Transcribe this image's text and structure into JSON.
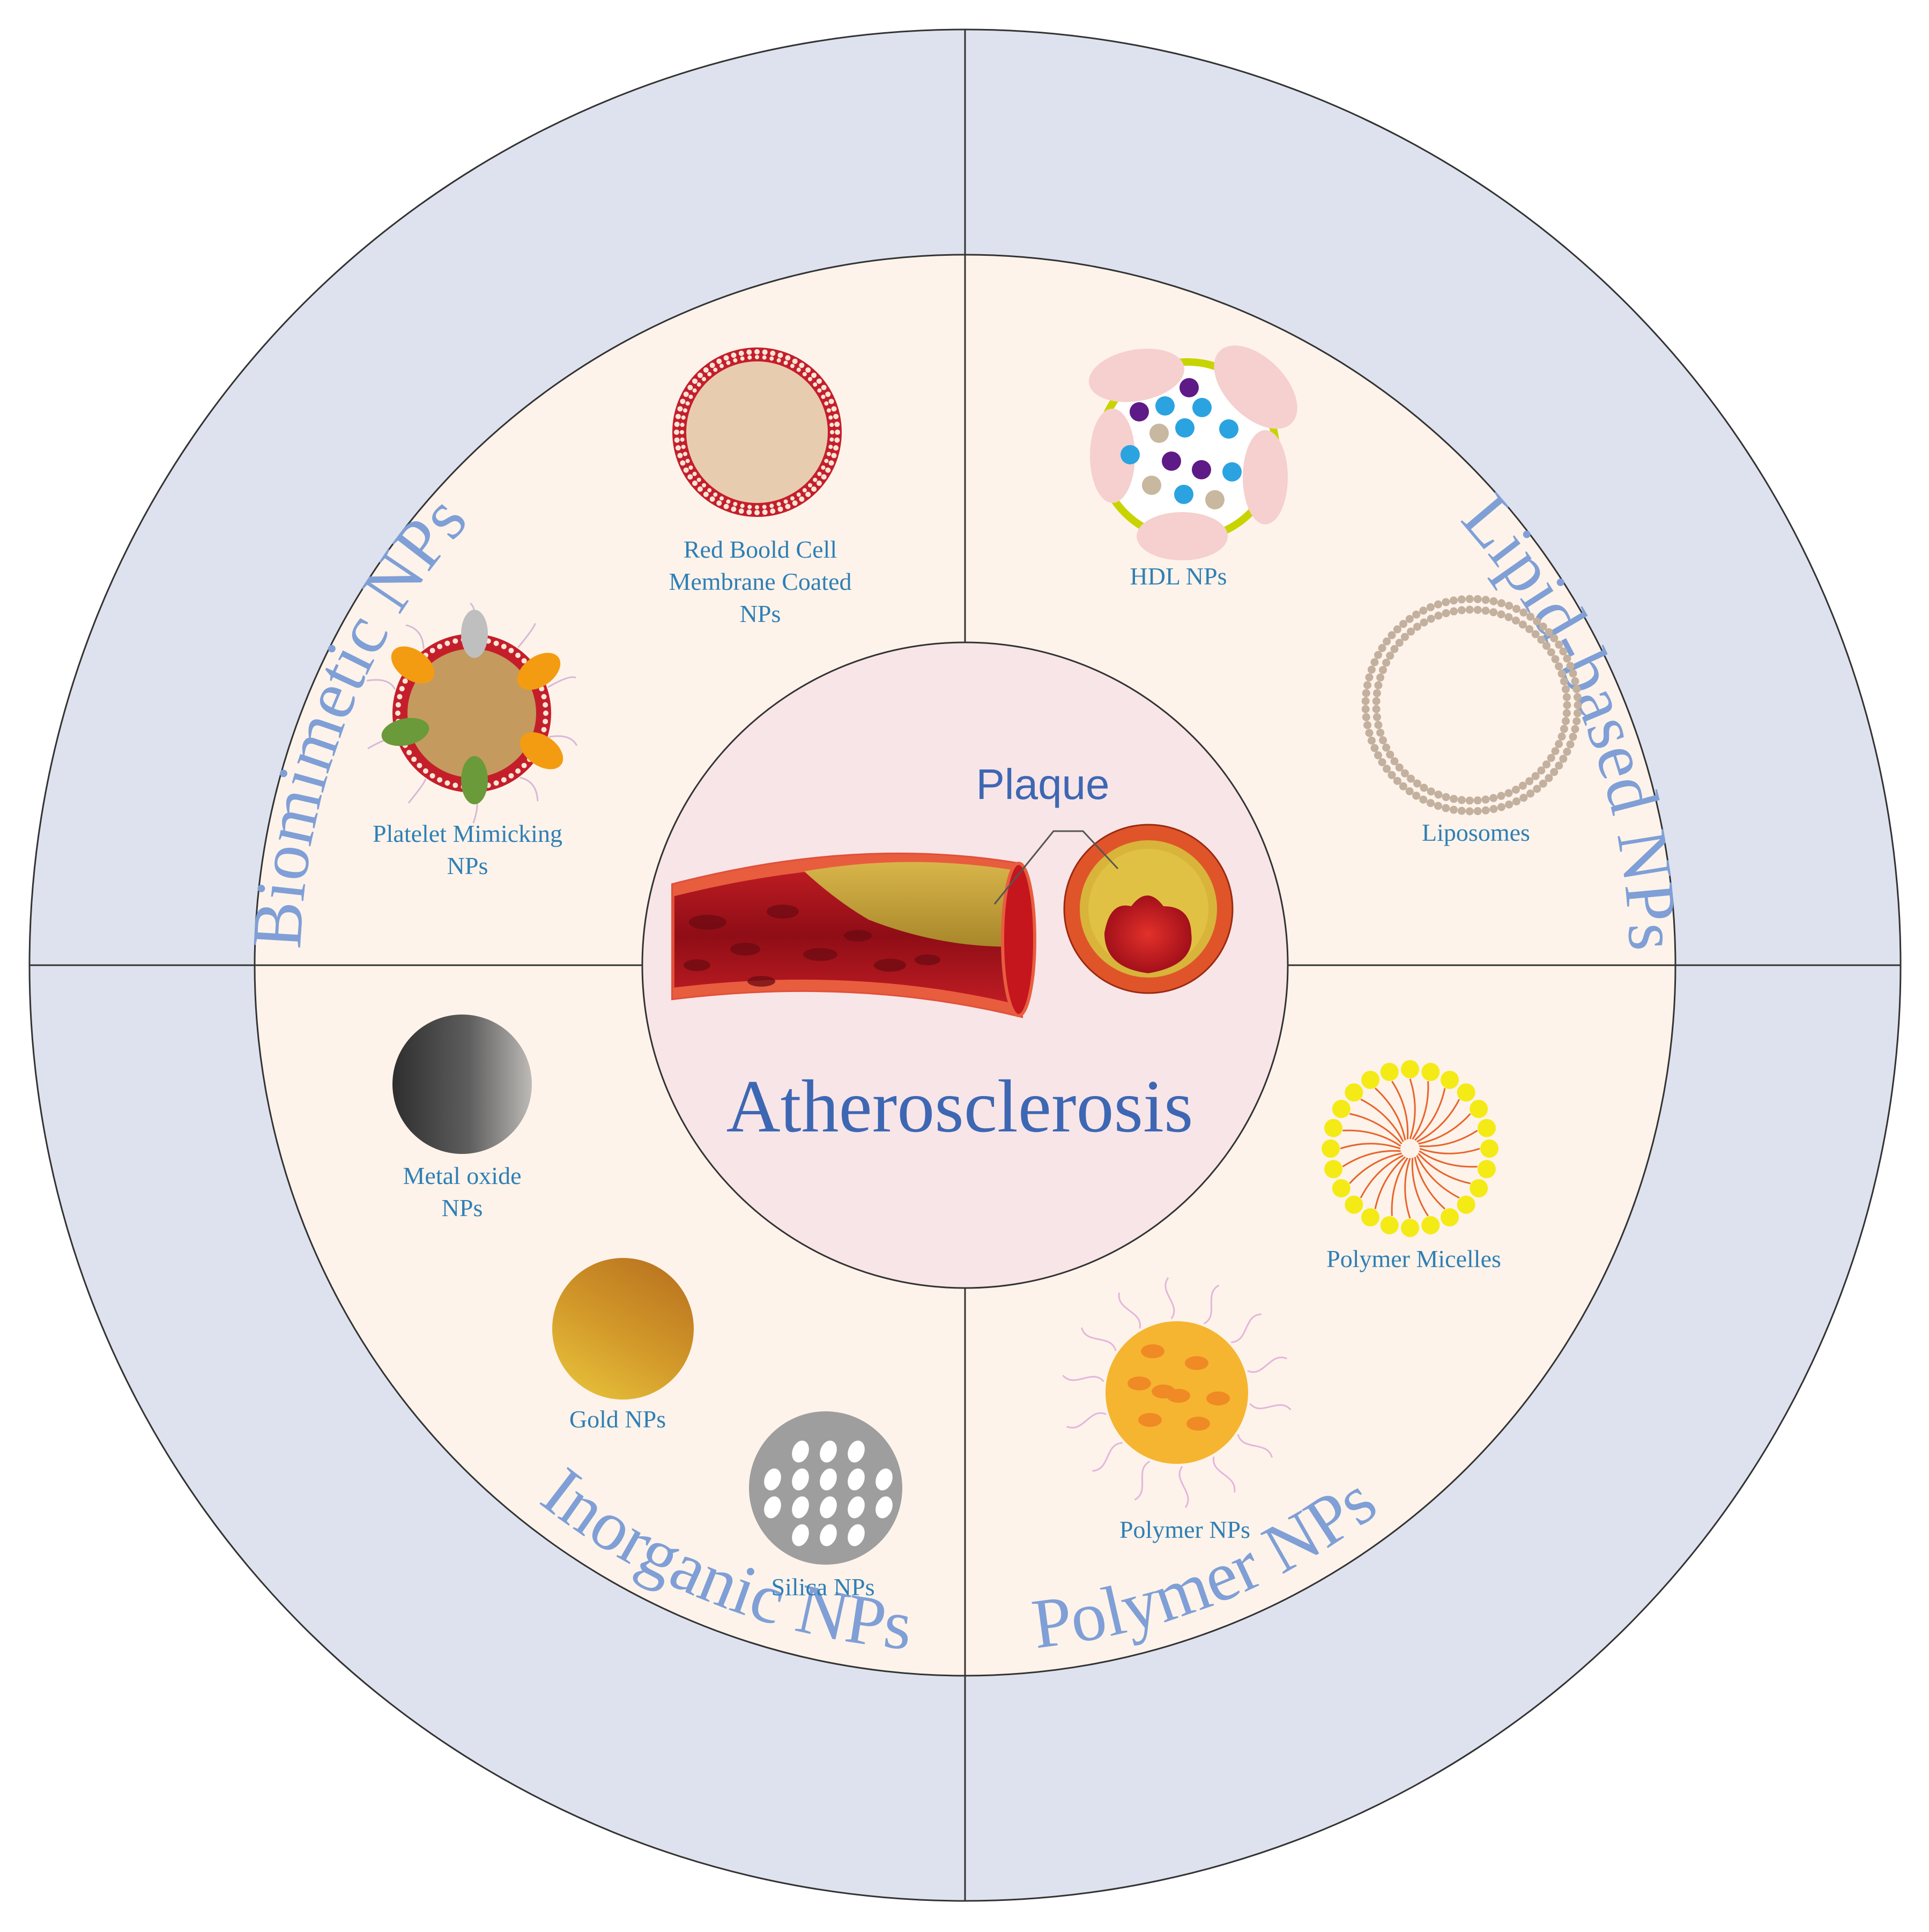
{
  "center": {
    "title": "Atherosclerosis",
    "plaque_label": "Plaque"
  },
  "categories": {
    "biomimetic": "Biomimetic NPs",
    "lipid": "Lipid-based NPs",
    "polymer": "Polymer NPs",
    "inorganic": "Inorganic NPs"
  },
  "items": {
    "rbc_line1": "Red Boold Cell",
    "rbc_line2": "Membrane Coated",
    "rbc_line3": "NPs",
    "platelet_line1": "Platelet Mimicking",
    "platelet_line2": "NPs",
    "hdl": "HDL NPs",
    "liposomes": "Liposomes",
    "micelles": "Polymer Micelles",
    "polymer_nps": "Polymer NPs",
    "metal_line1": "Metal oxide",
    "metal_line2": "NPs",
    "gold": "Gold NPs",
    "silica": "Silica NPs"
  },
  "colors": {
    "outer_ring": "#dde2ee",
    "middle_ring": "#fdf3ea",
    "center_disc": "#f8e5e8",
    "category_text": "#7f9fd6",
    "item_text": "#2f7fb5",
    "title_text": "#3d67b3"
  }
}
